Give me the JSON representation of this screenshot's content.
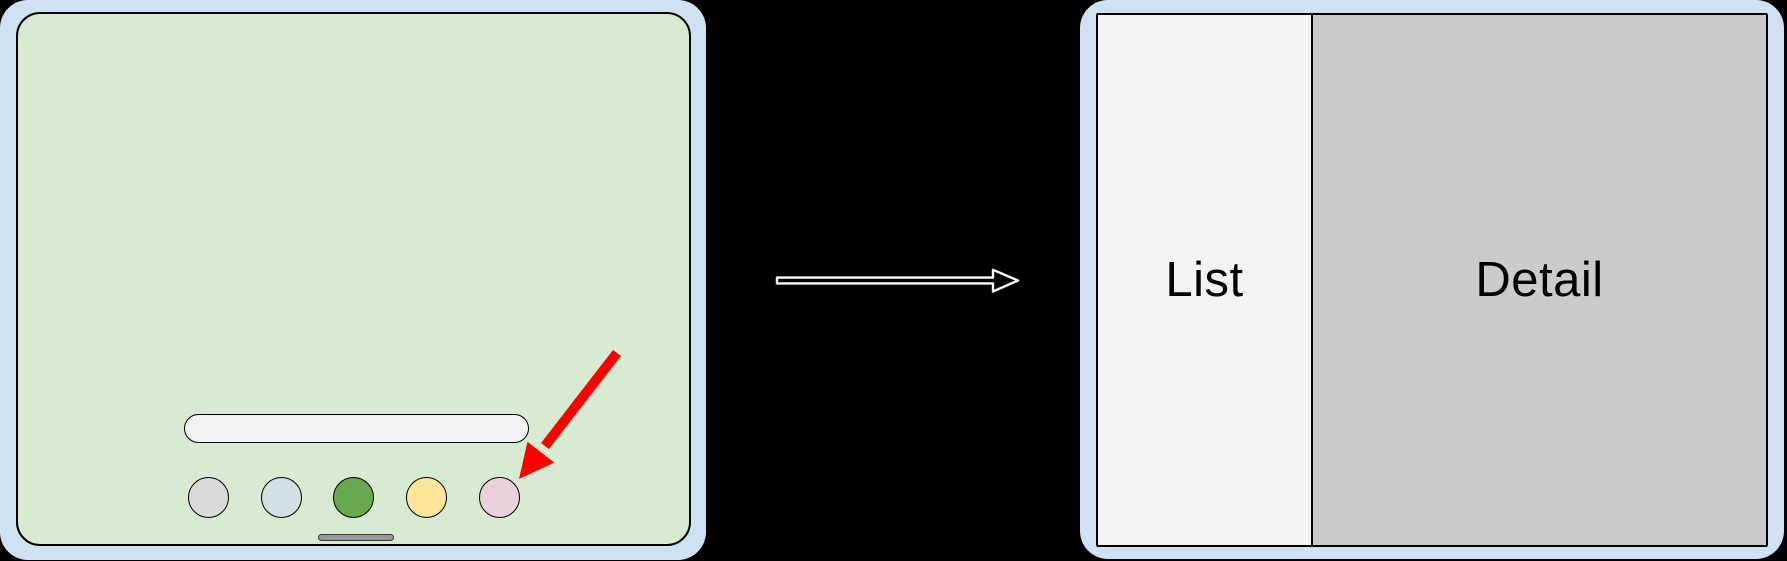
{
  "diagram": {
    "background_color": "#000000",
    "device_frame_color": "#cfe2f3",
    "left_device": {
      "description": "phone home screen mock",
      "screen_color": "#d9ead3",
      "search_bar_color": "#f3f3f3",
      "app_icons": [
        {
          "id": "app-icon-1",
          "color": "#d9d9d9"
        },
        {
          "id": "app-icon-2",
          "color": "#d0e0e3"
        },
        {
          "id": "app-icon-3",
          "color": "#6aa84f"
        },
        {
          "id": "app-icon-4",
          "color": "#ffe599"
        },
        {
          "id": "app-icon-5",
          "color": "#ead1dc"
        }
      ],
      "home_indicator_color": "#999999",
      "tap_pointer": {
        "color": "#ff0000",
        "points_to": "app-icon-5"
      }
    },
    "transition_arrow": {
      "stroke_color": "#ffffff",
      "fill_color": "#000000"
    },
    "right_device": {
      "description": "expanded list-detail layout mock",
      "panels": [
        {
          "label": "List",
          "color": "#f3f3f3"
        },
        {
          "label": "Detail",
          "color": "#cbcbcb"
        }
      ],
      "text_color": "#000000"
    }
  }
}
